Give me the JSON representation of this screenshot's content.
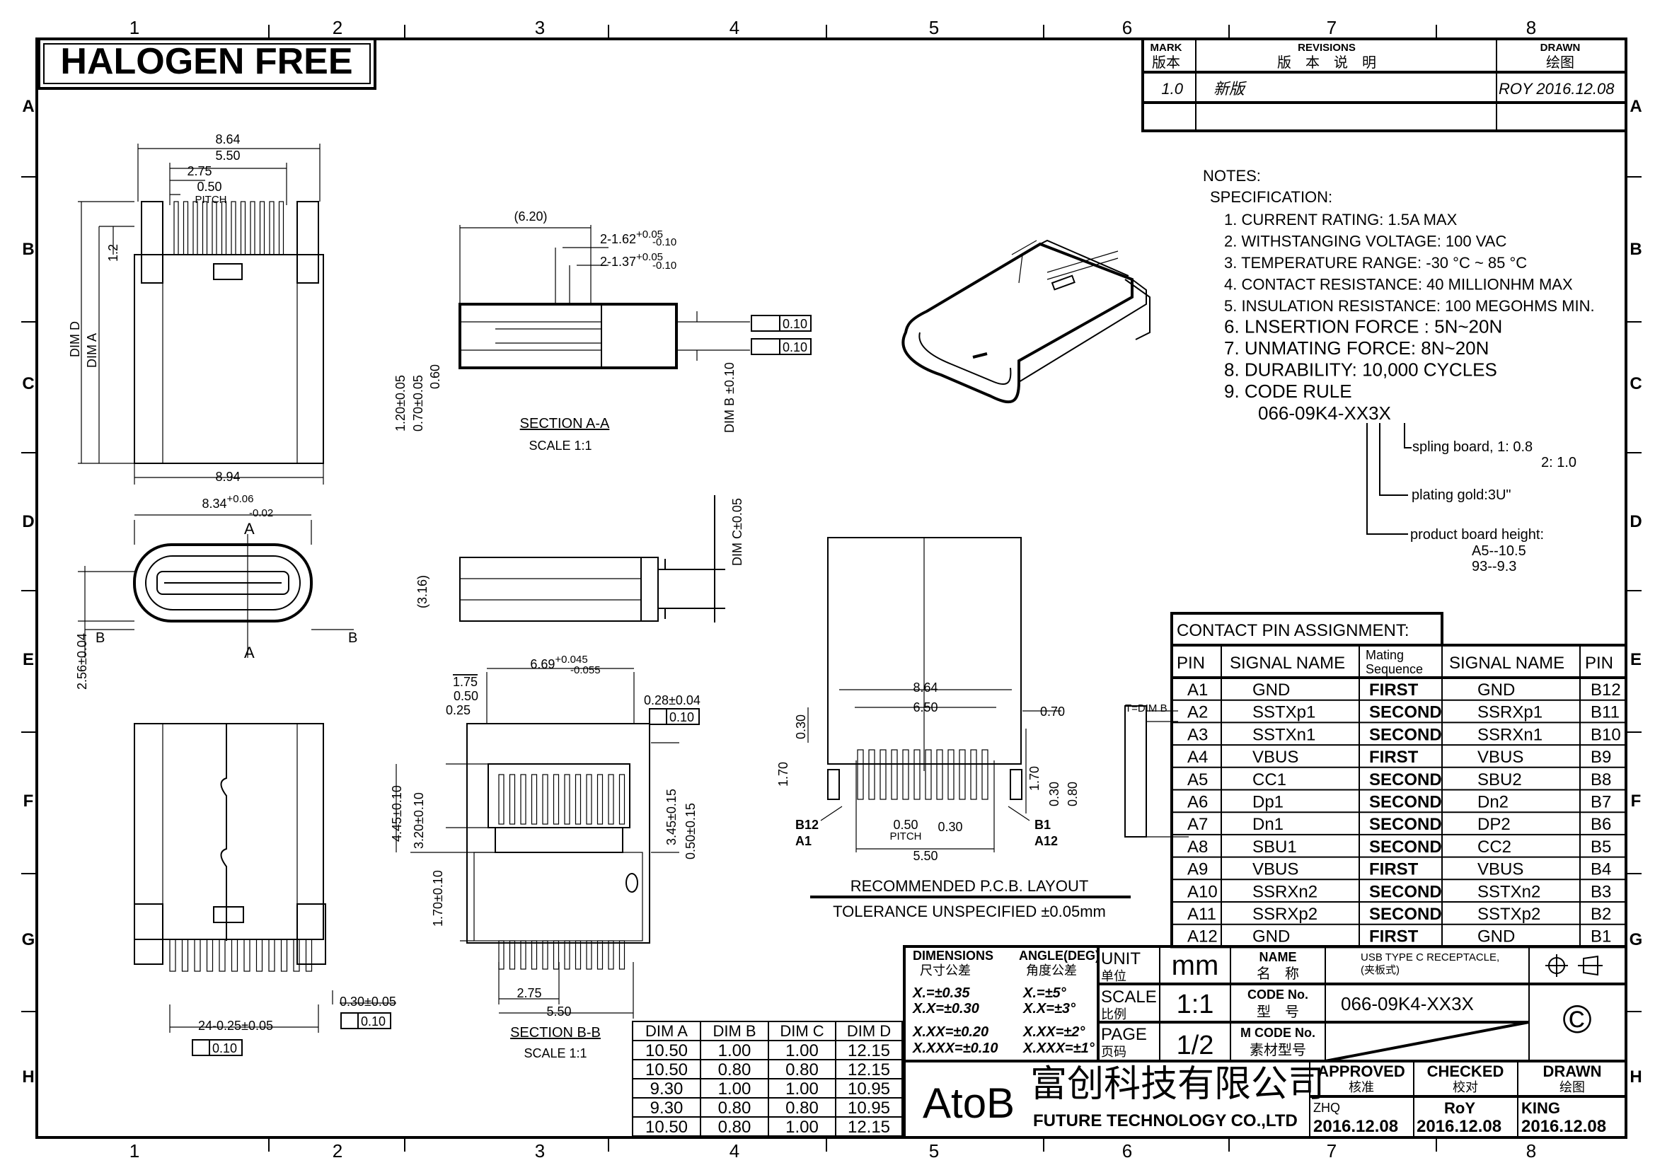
{
  "header_badge": "HALOGEN FREE",
  "grid": {
    "columns": [
      "1",
      "2",
      "3",
      "4",
      "5",
      "6",
      "7",
      "8"
    ],
    "rows": [
      "A",
      "B",
      "C",
      "D",
      "E",
      "F",
      "G",
      "H"
    ]
  },
  "revisions": {
    "mark_en": "MARK",
    "mark_cn": "版本",
    "rev_en": "REVISIONS",
    "rev_cn": "版　本　说　明",
    "drawn_en": "DRAWN",
    "drawn_cn": "绘图",
    "entry": {
      "mark": "1.0",
      "desc": "新版",
      "drawn": "ROY  2016.12.08"
    }
  },
  "notes": {
    "title": "NOTES:",
    "subtitle": "SPECIFICATION:",
    "items": [
      "1.  CURRENT  RATING:  1.5A  MAX",
      "2.  WITHSTANGING  VOLTAGE:  100  VAC",
      "3.  TEMPERATURE  RANGE:  -30 °C  ~  85 °C",
      "4.  CONTACT  RESISTANCE:  40  MILLIONHM  MAX",
      "5.  INSULATION  RESISTANCE:  100  MEGOHMS  MIN.",
      "6.  LNSERTION  FORCE  :  5N~20N",
      "7.  UNMATING  FORCE:  8N~20N",
      "8.  DURABILITY:    10,000  CYCLES",
      "9.  CODE  RULE"
    ],
    "code": "066-09K4-XX3X",
    "code_rule": {
      "spling": "spling  board,  1:  0.8",
      "spling2": "2:  1.0",
      "plating": "plating  gold:3U\"",
      "height": "product  board  height:",
      "height_a5": "A5--10.5",
      "height_93": "93--9.3"
    }
  },
  "pin_table": {
    "title": "CONTACT  PIN  ASSIGNMENT:",
    "headers": [
      "PIN",
      "SIGNAL  NAME",
      "Mating Sequence",
      "SIGNAL  NAME",
      "PIN"
    ],
    "rows": [
      [
        "A1",
        "GND",
        "FIRST",
        "GND",
        "B12"
      ],
      [
        "A2",
        "SSTXp1",
        "SECOND",
        "SSRXp1",
        "B11"
      ],
      [
        "A3",
        "SSTXn1",
        "SECOND",
        "SSRXn1",
        "B10"
      ],
      [
        "A4",
        "VBUS",
        "FIRST",
        "VBUS",
        "B9"
      ],
      [
        "A5",
        "CC1",
        "SECOND",
        "SBU2",
        "B8"
      ],
      [
        "A6",
        "Dp1",
        "SECOND",
        "Dn2",
        "B7"
      ],
      [
        "A7",
        "Dn1",
        "SECOND",
        "DP2",
        "B6"
      ],
      [
        "A8",
        "SBU1",
        "SECOND",
        "CC2",
        "B5"
      ],
      [
        "A9",
        "VBUS",
        "FIRST",
        "VBUS",
        "B4"
      ],
      [
        "A10",
        "SSRXn2",
        "SECOND",
        "SSTXn2",
        "B3"
      ],
      [
        "A11",
        "SSRXp2",
        "SECOND",
        "SSTXp2",
        "B2"
      ],
      [
        "A12",
        "GND",
        "FIRST",
        "GND",
        "B1"
      ]
    ]
  },
  "dim_table": {
    "headers": [
      "DIM  A",
      "DIM  B",
      "DIM  C",
      "DIM  D"
    ],
    "rows": [
      [
        "10.50",
        "1.00",
        "1.00",
        "12.15"
      ],
      [
        "10.50",
        "0.80",
        "0.80",
        "12.15"
      ],
      [
        "9.30",
        "1.00",
        "1.00",
        "10.95"
      ],
      [
        "9.30",
        "0.80",
        "0.80",
        "10.95"
      ],
      [
        "10.50",
        "0.80",
        "1.00",
        "12.15"
      ]
    ]
  },
  "title_block": {
    "dimensions_en": "DIMENSIONS",
    "dimensions_cn": "尺寸公差",
    "angle_en": "ANGLE(DEG)",
    "angle_cn": "角度公差",
    "tol": [
      "X.=±0.35",
      "X.X=±0.30",
      "X.XX=±0.20",
      "X.XXX=±0.10"
    ],
    "ang": [
      "X.=±5°",
      "X.X=±3°",
      "X.XX=±2°",
      "X.XXX=±1°"
    ],
    "unit_en": "UNIT",
    "unit_cn": "单位",
    "unit": "mm",
    "scale_en": "SCALE",
    "scale_cn": "比例",
    "scale": "1:1",
    "page_en": "PAGE",
    "page_cn": "页码",
    "page": "1/2",
    "name_en": "NAME",
    "name_cn": "名　称",
    "name": "USB TYPE C RECEPTACLE,",
    "name2": "(夹板式)",
    "code_en": "CODE No.",
    "code_cn": "型　号",
    "code": "066-09K4-XX3X",
    "mcode_en": "M CODE No.",
    "mcode_cn": "素材型号",
    "copyright": "©",
    "company_logo": "AtoB",
    "company_cn": "富创科技有限公司",
    "company_en": "FUTURE  TECHNOLOGY  CO.,LTD",
    "approved_en": "APPROVED",
    "approved_cn": "核准",
    "approved_by": "ZHQ",
    "approved_date": "2016.12.08",
    "checked_en": "CHECKED",
    "checked_cn": "校对",
    "checked_by": "RoY",
    "checked_date": "2016.12.08",
    "drawn_en": "DRAWN",
    "drawn_cn": "绘图",
    "drawn_by": "KING",
    "drawn_date": "2016.12.08"
  },
  "views": {
    "top": {
      "d1": "8.64",
      "d2": "5.50",
      "d3": "2.75",
      "d4": "0.50",
      "pitch": "PITCH",
      "d5": "1.2",
      "dimd": "DIM D",
      "dima": "DIM A",
      "d6": "8.94"
    },
    "front": {
      "d1": "8.34",
      "d1_tol_up": "+0.06",
      "d1_tol_dn": "-0.02",
      "a": "A",
      "b": "B",
      "d2": "2.56±0.04"
    },
    "section_aa": {
      "d1": "(6.20)",
      "d2": "2-1.62",
      "d3": "2-1.37",
      "tol_up": "+0.05",
      "tol_dn": "-0.10",
      "flat": "0.10",
      "v1": "1.20±0.05",
      "v2": "0.70±0.05",
      "v3": "0.60",
      "dimb": "DIM B ±0.10",
      "title": "SECTION A-A",
      "scale": "SCALE 1:1"
    },
    "side": {
      "d1": "(3.16)",
      "dimc": "DIM C±0.05"
    },
    "bottom": {
      "d1": "24-0.25±0.05",
      "d2": "0.30±0.05",
      "tp": "0.10"
    },
    "section_bb": {
      "d1": "6.69",
      "d1_up": "+0.045",
      "d1_dn": "-0.055",
      "d2": "1.75",
      "d3": "0.50",
      "d4": "0.25",
      "d5": "0.28±0.04",
      "tp": "0.10",
      "v1": "4.45±0.10",
      "v2": "3.20±0.10",
      "v3": "3.45±0.15",
      "v4": "0.50±0.15",
      "v5": "1.70±0.10",
      "d6": "2.75",
      "d7": "5.50",
      "title": "SECTION B-B",
      "scale": "SCALE 1:1"
    },
    "pcb": {
      "d1": "8.64",
      "d2": "6.50",
      "d3": "0.70",
      "d4": "0.30",
      "d5": "1.70",
      "d6": "1.70",
      "d7": "0.30",
      "d8": "0.80",
      "b12": "B12",
      "a1": "A1",
      "pitch_v": "0.50",
      "pitch": "PITCH",
      "d9": "0.30",
      "b1": "B1",
      "a12": "A12",
      "d10": "5.50",
      "title": "RECOMMENDED   P.C.B.  LAYOUT",
      "tol": "TOLERANCE  UNSPECIFIED  ±0.05mm",
      "t": "T=DIM B"
    }
  }
}
